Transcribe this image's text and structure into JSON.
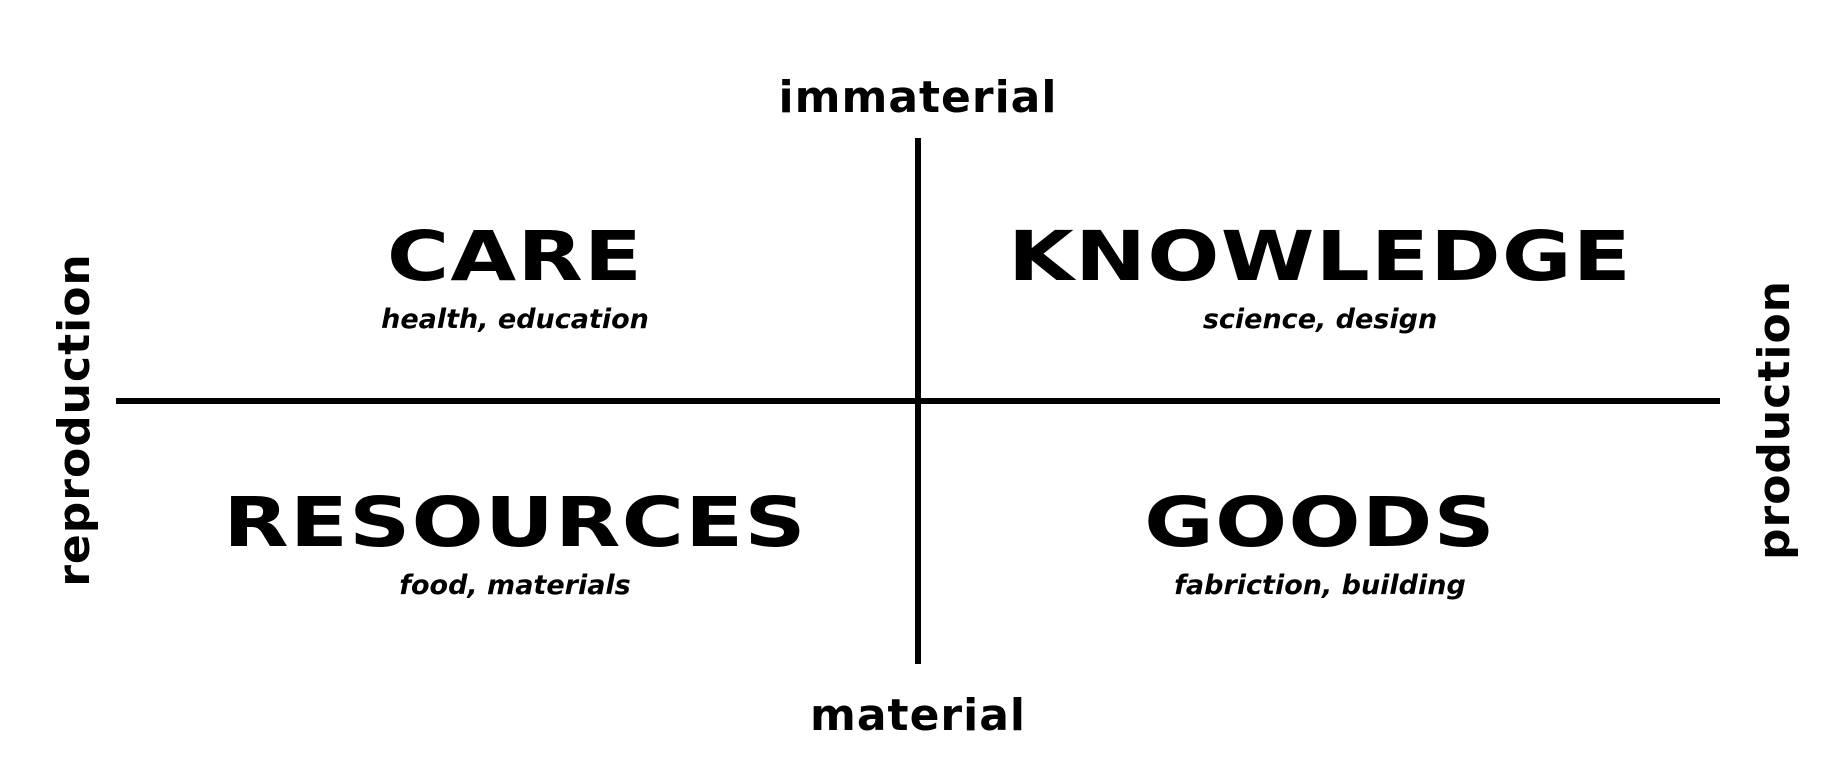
{
  "axes": {
    "top": "immaterial",
    "bottom": "material",
    "left": "reproduction",
    "right": "production"
  },
  "quadrants": [
    {
      "title": "CARE",
      "subtitle": "health, education"
    },
    {
      "title": "KNOWLEDGE",
      "subtitle": "science, design"
    },
    {
      "title": "RESOURCES",
      "subtitle": "food, materials"
    },
    {
      "title": "GOODS",
      "subtitle": "fabriction, building"
    }
  ],
  "colors": {
    "background": "#ffffff",
    "foreground": "#000000"
  }
}
